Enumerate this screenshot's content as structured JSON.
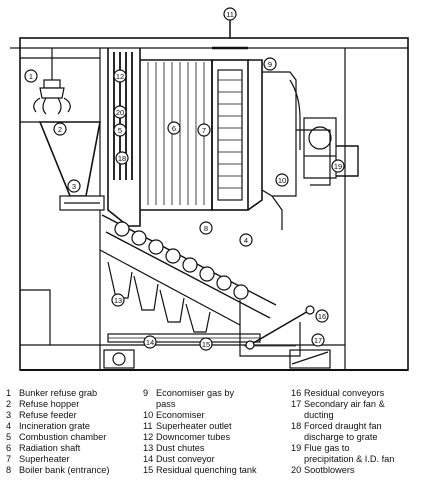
{
  "callouts": [
    "1",
    "2",
    "3",
    "4",
    "5",
    "6",
    "7",
    "8",
    "9",
    "10",
    "11",
    "12",
    "13",
    "14",
    "15",
    "16",
    "17",
    "18",
    "19",
    "20"
  ],
  "legend": [
    {
      "num": "1",
      "text": "Bunker refuse grab"
    },
    {
      "num": "2",
      "text": "Refuse hopper"
    },
    {
      "num": "3",
      "text": "Refuse feeder"
    },
    {
      "num": "4",
      "text": "Incineration grate"
    },
    {
      "num": "5",
      "text": "Combustion chamber"
    },
    {
      "num": "6",
      "text": "Radiation shaft"
    },
    {
      "num": "7",
      "text": "Superheater"
    },
    {
      "num": "8",
      "text": "Boiler bank (entrance)"
    },
    {
      "num": "9",
      "text": "Economiser gas by",
      "cont": "pass"
    },
    {
      "num": "10",
      "text": "Economiser"
    },
    {
      "num": "11",
      "text": "Superheater outlet"
    },
    {
      "num": "12",
      "text": "Downcomer tubes"
    },
    {
      "num": "13",
      "text": "Dust chutes"
    },
    {
      "num": "14",
      "text": "Dust conveyor"
    },
    {
      "num": "15",
      "text": "Residual quenching tank"
    },
    {
      "num": "16",
      "text": "Residual conveyors"
    },
    {
      "num": "17",
      "text": "Secondary air fan &",
      "cont": "ducting"
    },
    {
      "num": "18",
      "text": "Forced draught fan",
      "cont": "discharge to grate"
    },
    {
      "num": "19",
      "text": "Flue gas to",
      "cont": "precipitation & I.D. fan"
    },
    {
      "num": "20",
      "text": "Sootblowers"
    }
  ]
}
